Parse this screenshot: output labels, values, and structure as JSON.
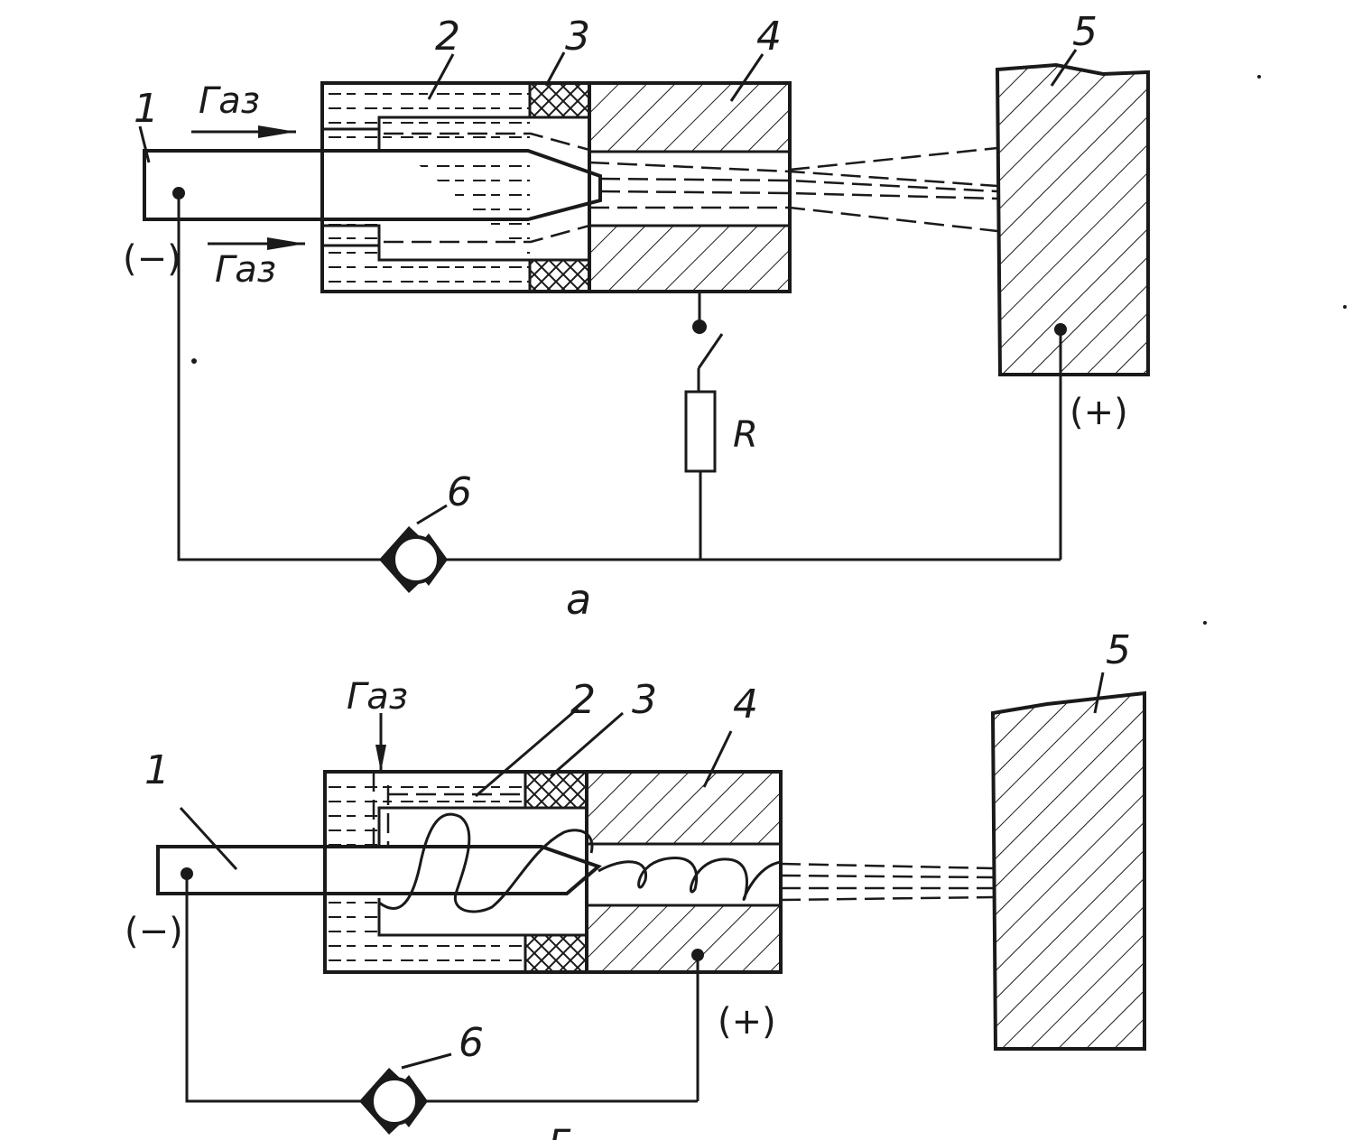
{
  "diagram_a": {
    "labels": {
      "n1": "1",
      "n2": "2",
      "n3": "3",
      "n4": "4",
      "n5": "5",
      "n6": "6",
      "gas_top": "Газ",
      "gas_bottom": "Газ",
      "minus": "(−)",
      "plus": "(+)",
      "resistor": "R",
      "caption": "a"
    }
  },
  "diagram_b": {
    "labels": {
      "n1": "1",
      "n2": "2",
      "n3": "3",
      "n4": "4",
      "n5": "5",
      "n6": "6",
      "gas": "Газ",
      "minus": "(−)",
      "plus": "(+)",
      "caption": "г"
    }
  },
  "colors": {
    "ink": "#1a1a1a",
    "paper": "#ffffff"
  }
}
